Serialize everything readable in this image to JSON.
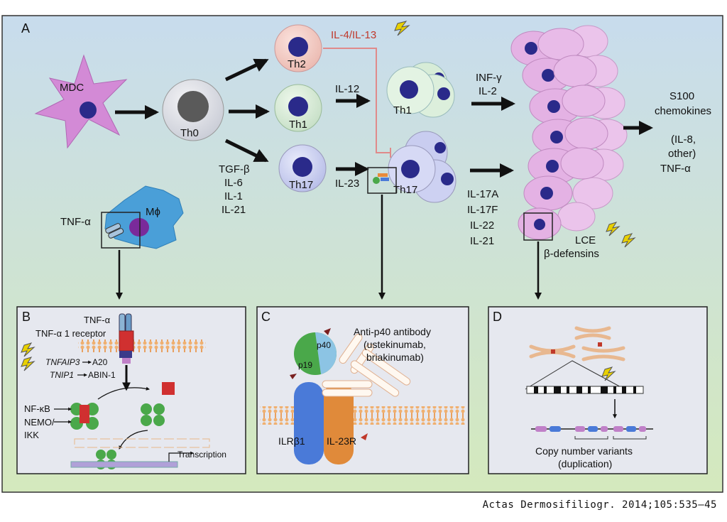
{
  "panels": {
    "a": "A",
    "b": "B",
    "c": "C",
    "d": "D"
  },
  "cells": {
    "mdc": "MDC",
    "th0": "Th0",
    "th2": "Th2",
    "th1": "Th1",
    "th17": "Th17",
    "th1_right": "Th1",
    "th17_right": "Th17",
    "macrophage": "Mϕ"
  },
  "cytokines": {
    "il4_il13": "IL-4/IL-13",
    "il12": "IL-12",
    "il23": "IL-23",
    "th17_inducers": [
      "TGF-β",
      "IL-6",
      "IL-1",
      "IL-21"
    ],
    "inf_il2": [
      "INF-γ",
      "IL-2"
    ],
    "th17_products": [
      "IL-17A",
      "IL-17F",
      "IL-22",
      "IL-21"
    ],
    "keratinocyte_products": [
      "S100",
      "chemokines",
      "(IL-8,",
      "other)",
      "TNF-α"
    ],
    "tnf_alpha": "TNF-α",
    "lce": "LCE",
    "beta_defensins": "β-defensins"
  },
  "panel_b": {
    "tnf": "TNF-α",
    "receptor": "TNF-α 1 receptor",
    "tnfaip3_gene": "TNFAIP3",
    "tnfaip3_product": "A20",
    "tnip1_gene": "TNIP1",
    "tnip1_product": "ABIN-1",
    "nfkb": "NF-κB",
    "nemo": "NEMO/",
    "ikk": "IKK",
    "transcription": "Transcription"
  },
  "panel_c": {
    "antibody_lines": [
      "Anti-p40 antibody",
      "(ustekinumab,",
      "briakinumab)"
    ],
    "p40": "p40",
    "p19": "p19",
    "ilrb1": "ILRβ1",
    "il23r": "IL-23R"
  },
  "panel_d": {
    "caption_lines": [
      "Copy number variants",
      "(duplication)"
    ]
  },
  "citation": "Actas Dermosifiliogr. 2014;105:535–45",
  "colors": {
    "bg_top": "#c8dced",
    "bg_bottom": "#cfe6b8",
    "mdc": "#d38ad6",
    "keratinocyte": "#e6b8e6",
    "nucleus": "#2a2a8a",
    "inhibition": "#c0392b",
    "macrophage": "#4a9fd8"
  }
}
